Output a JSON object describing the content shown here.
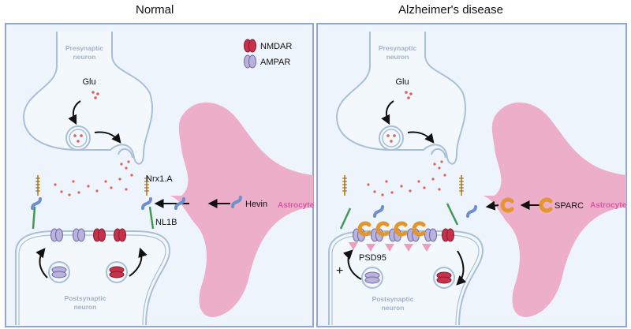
{
  "titles": {
    "normal": "Normal",
    "ad": "Alzheimer's disease"
  },
  "legend": {
    "nmdar": "NMDAR",
    "ampar": "AMPAR"
  },
  "labels": {
    "presynaptic_line1": "Presynaptic",
    "presynaptic_line2": "neuron",
    "postsynaptic_line1": "Postsynaptic",
    "postsynaptic_line2": "neuron",
    "astrocyte": "Astrocyte",
    "glu": "Glu",
    "nrx": "Nrx1.A",
    "nl1b": "NL1B",
    "hevin": "Hevin",
    "sparc": "SPARC",
    "psd95": "PSD95",
    "plus": "+"
  },
  "colors": {
    "panel_border": "#8ea7d8",
    "panel_fill": "#eef4fb",
    "neuron_stroke": "#a9bfd6",
    "neuron_fill": "#f3f8fc",
    "astrocyte": "#ecaec9",
    "astrocyte_text": "#d65aa2",
    "glutamate": "#e0605a",
    "nmdar": "#c9304a",
    "ampar": "#b9b2dc",
    "hevin": "#6e8fc9",
    "sparc": "#e3962b",
    "psd95": "#ee9fbf",
    "nrx": "#c79432",
    "nl1b": "#3f9a56"
  }
}
